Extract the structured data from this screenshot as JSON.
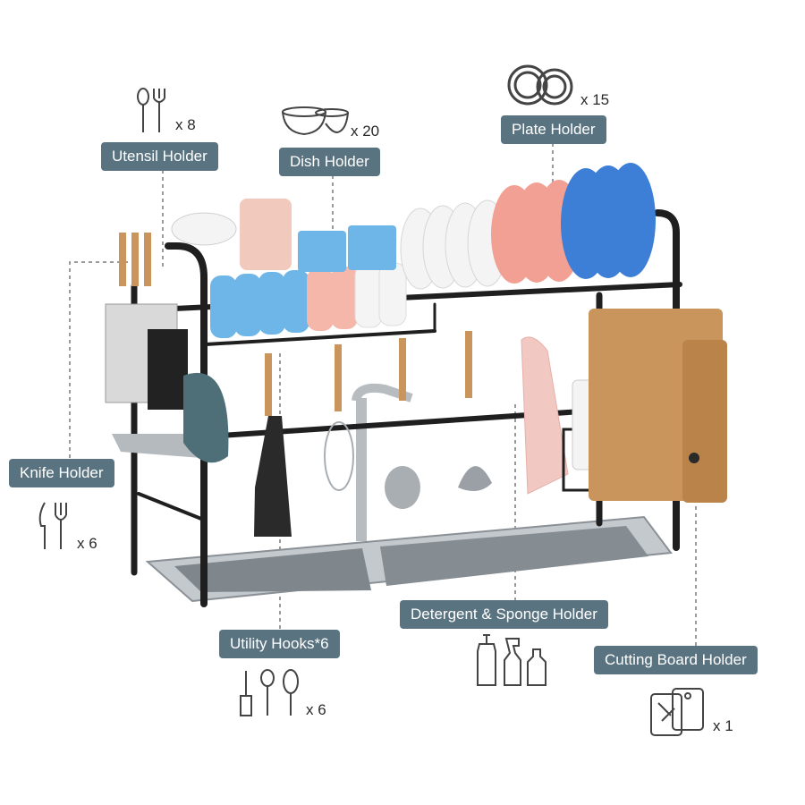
{
  "colors": {
    "label_bg": "#5a7380",
    "label_text": "#ffffff",
    "rack_frame": "#1f1f1f",
    "plate_blue": "#3d7fd6",
    "plate_pink": "#f2a093",
    "plate_white": "#f4f4f4",
    "bowl_blue": "#6fb6e8",
    "bowl_pink": "#f4b7aa",
    "cutting_board": "#c9955c",
    "sink_steel": "#9da3a8",
    "dashed_line": "#7a7a7a"
  },
  "callouts": {
    "utensil_holder": {
      "label": "Utensil Holder",
      "count": "x 8",
      "icon": "spoon-fork-icon"
    },
    "dish_holder": {
      "label": "Dish Holder",
      "count": "x 20",
      "icon": "bowls-icon"
    },
    "plate_holder": {
      "label": "Plate Holder",
      "count": "x 15",
      "icon": "plates-icon"
    },
    "knife_holder": {
      "label": "Knife Holder",
      "count": "x 6",
      "icon": "knife-fork-icon"
    },
    "utility_hooks": {
      "label": "Utility Hooks*6",
      "count": "x 6",
      "icon": "kitchen-tools-icon"
    },
    "detergent_sponge_holder": {
      "label": "Detergent & Sponge Holder",
      "icon": "bottles-icon"
    },
    "cutting_board_holder": {
      "label": "Cutting Board Holder",
      "count": "x 1",
      "icon": "cutting-boards-icon"
    }
  }
}
